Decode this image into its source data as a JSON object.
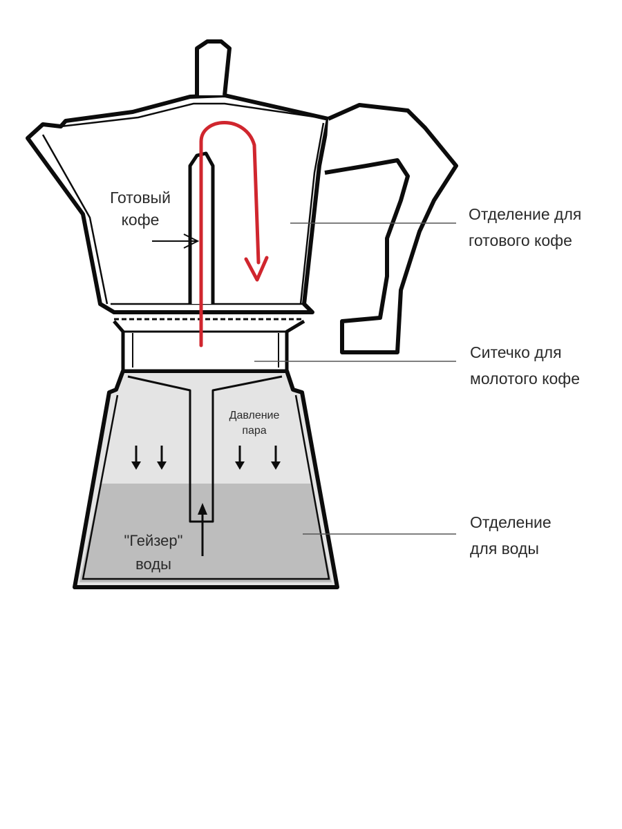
{
  "diagram": {
    "labels": {
      "ready_coffee_line1": "Готовый",
      "ready_coffee_line2": "кофе",
      "chamber_ready_line1": "Отделение для",
      "chamber_ready_line2": "готового кофе",
      "filter_line1": "Ситечко  для",
      "filter_line2": "молотого кофе",
      "steam_pressure_line1": "Давление",
      "steam_pressure_line2": "пара",
      "geyser_line1": "\"Гейзер\"",
      "geyser_line2": "воды",
      "water_chamber_line1": "Отделение",
      "water_chamber_line2": "для воды"
    },
    "colors": {
      "outline": "#0c0c0c",
      "flow_arrow": "#d0262e",
      "water": "#bdbdbd",
      "lower_chamber": "#e4e4e4",
      "text": "#2a2a2a"
    }
  }
}
